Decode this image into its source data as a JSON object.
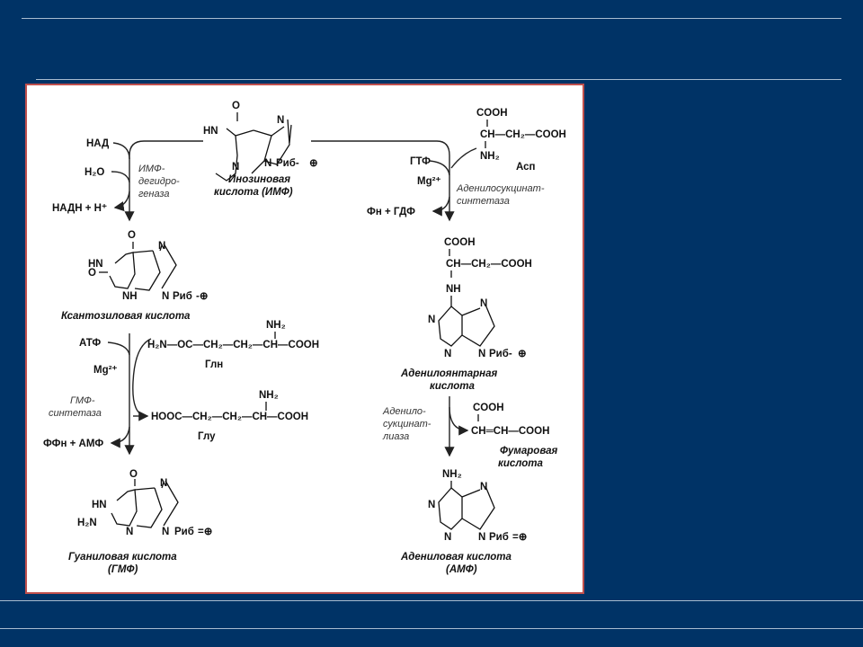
{
  "colors": {
    "background": "#003366",
    "panel_border": "#c0504d",
    "rule": "#a9bcd0"
  },
  "imp": {
    "name_line1": "Инозиновая",
    "name_line2": "кислота (ИМФ)",
    "ring_labels": [
      "HN",
      "N",
      "N",
      "N",
      "O"
    ],
    "ribose": "Риб-"
  },
  "left_branch": {
    "nad": "НАД",
    "water": "H₂O",
    "nadh": "НАДН + H⁺",
    "enzyme": [
      "ИМФ-",
      "дегидро-",
      "геназа"
    ],
    "xmp": {
      "name": "Ксантозиловая кислота",
      "labels": [
        "HN",
        "N",
        "NH",
        "N",
        "O",
        "O"
      ],
      "ribose": "Риб"
    },
    "atp": "АТФ",
    "mg": "Mg²⁺",
    "enzyme2": [
      "ГМФ-",
      "синтетаза"
    ],
    "gln": {
      "formula": "H₂N—OC—CH₂—CH₂—CH—COOH",
      "nh2": "NH₂",
      "name": "Глн"
    },
    "glu": {
      "formula": "HOOC—CH₂—CH₂—CH—COOH",
      "nh2": "NH₂",
      "name": "Глу"
    },
    "byproducts": "ФФн + АМФ",
    "gmp": {
      "name_line1": "Гуаниловая кислота",
      "name_line2": "(ГМФ)",
      "labels": [
        "HN",
        "N",
        "N",
        "N",
        "O",
        "H₂N"
      ],
      "ribose": "Риб"
    }
  },
  "right_branch": {
    "asp": {
      "cooh_top": "COOH",
      "chain": "CH—CH₂—COOH",
      "nh2": "NH₂",
      "name": "Асп"
    },
    "gtp": "ГТФ",
    "mg": "Mg²⁺",
    "enzyme": [
      "Аденилосукцинат-",
      "синтетаза"
    ],
    "byproducts": "Фн + ГДФ",
    "adenylosuccinate": {
      "cooh_top": "COOH",
      "chain": "CH—CH₂—COOH",
      "nh": "NH",
      "labels": [
        "N",
        "N",
        "N",
        "N"
      ],
      "ribose": "Риб-",
      "name_line1": "Аденилоянтарная",
      "name_line2": "кислота"
    },
    "enzyme2": [
      "Аденило-",
      "сукцинат-",
      "лиаза"
    ],
    "fumarate": {
      "cooh_top": "COOH",
      "chain": "CH═CH—COOH",
      "name_line1": "Фумаровая",
      "name_line2": "кислота"
    },
    "amp": {
      "nh2": "NH₂",
      "labels": [
        "N",
        "N",
        "N",
        "N"
      ],
      "ribose": "Риб",
      "name_line1": "Адениловая кислота",
      "name_line2": "(АМФ)"
    }
  }
}
